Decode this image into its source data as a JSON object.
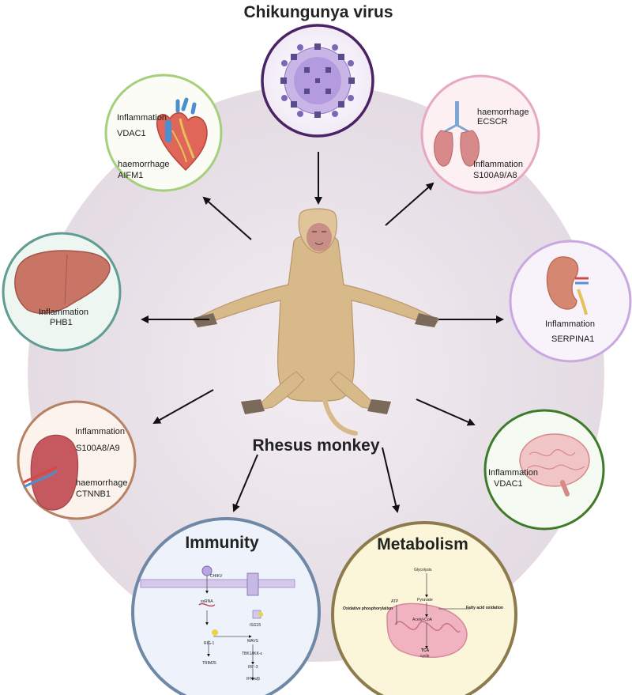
{
  "title": "Chikungunya virus",
  "center_label": "Rhesus monkey",
  "organs": {
    "heart": {
      "line1": "Inflammation",
      "line2": "VDAC1",
      "line3": "haemorrhage",
      "line4": "AIFM1"
    },
    "lung": {
      "line1": "haemorrhage",
      "line2": "ECSCR",
      "line3": "Inflammation",
      "line4": "S100A9/A8"
    },
    "liver": {
      "line1": "Inflammation",
      "line2": "PHB1"
    },
    "kidney": {
      "line1": "Inflammation",
      "line2": "SERPINA1"
    },
    "spleen": {
      "line1": "Inflammation",
      "line2": "S100A8/A9",
      "line3": "haemorrhage",
      "line4": "CTNNB1"
    },
    "brain": {
      "line1": "Inflammation",
      "line2": "VDAC1"
    }
  },
  "immunity": {
    "title": "Immunity",
    "chikv": "CHIKV",
    "ssrna": "ssRNA",
    "rig1": "RIG-1",
    "trim25": "TRIM25",
    "mavs": "MAVS",
    "tbk": "TBK1/IKK-ε",
    "irf3": "IRF-3",
    "ifn": "IFN-α/β",
    "isg15": "ISG15"
  },
  "metabolism": {
    "title": "Metabolism",
    "glycolysis": "Glycolysis",
    "pyruvate": "Pyruvate",
    "atp": "ATP",
    "oxphos": "Oxidative phosphorylation",
    "acetyl": "Acetyl-CoA",
    "fatty": "Fatty acid oxidation",
    "tca": "TCA",
    "cycle": "cycle"
  },
  "colors": {
    "background_circle": "#e9e1e8",
    "virus_ring": "#4a2365",
    "heart_ring": "#a6cf7c",
    "lung_ring": "#e7a8c3",
    "liver_ring": "#5f9c92",
    "kidney_ring": "#c9a8e2",
    "spleen_ring": "#b78163",
    "brain_ring": "#3f7a2b",
    "immunity_ring": "#6f88a6",
    "metabolism_ring": "#8e7b4d"
  }
}
